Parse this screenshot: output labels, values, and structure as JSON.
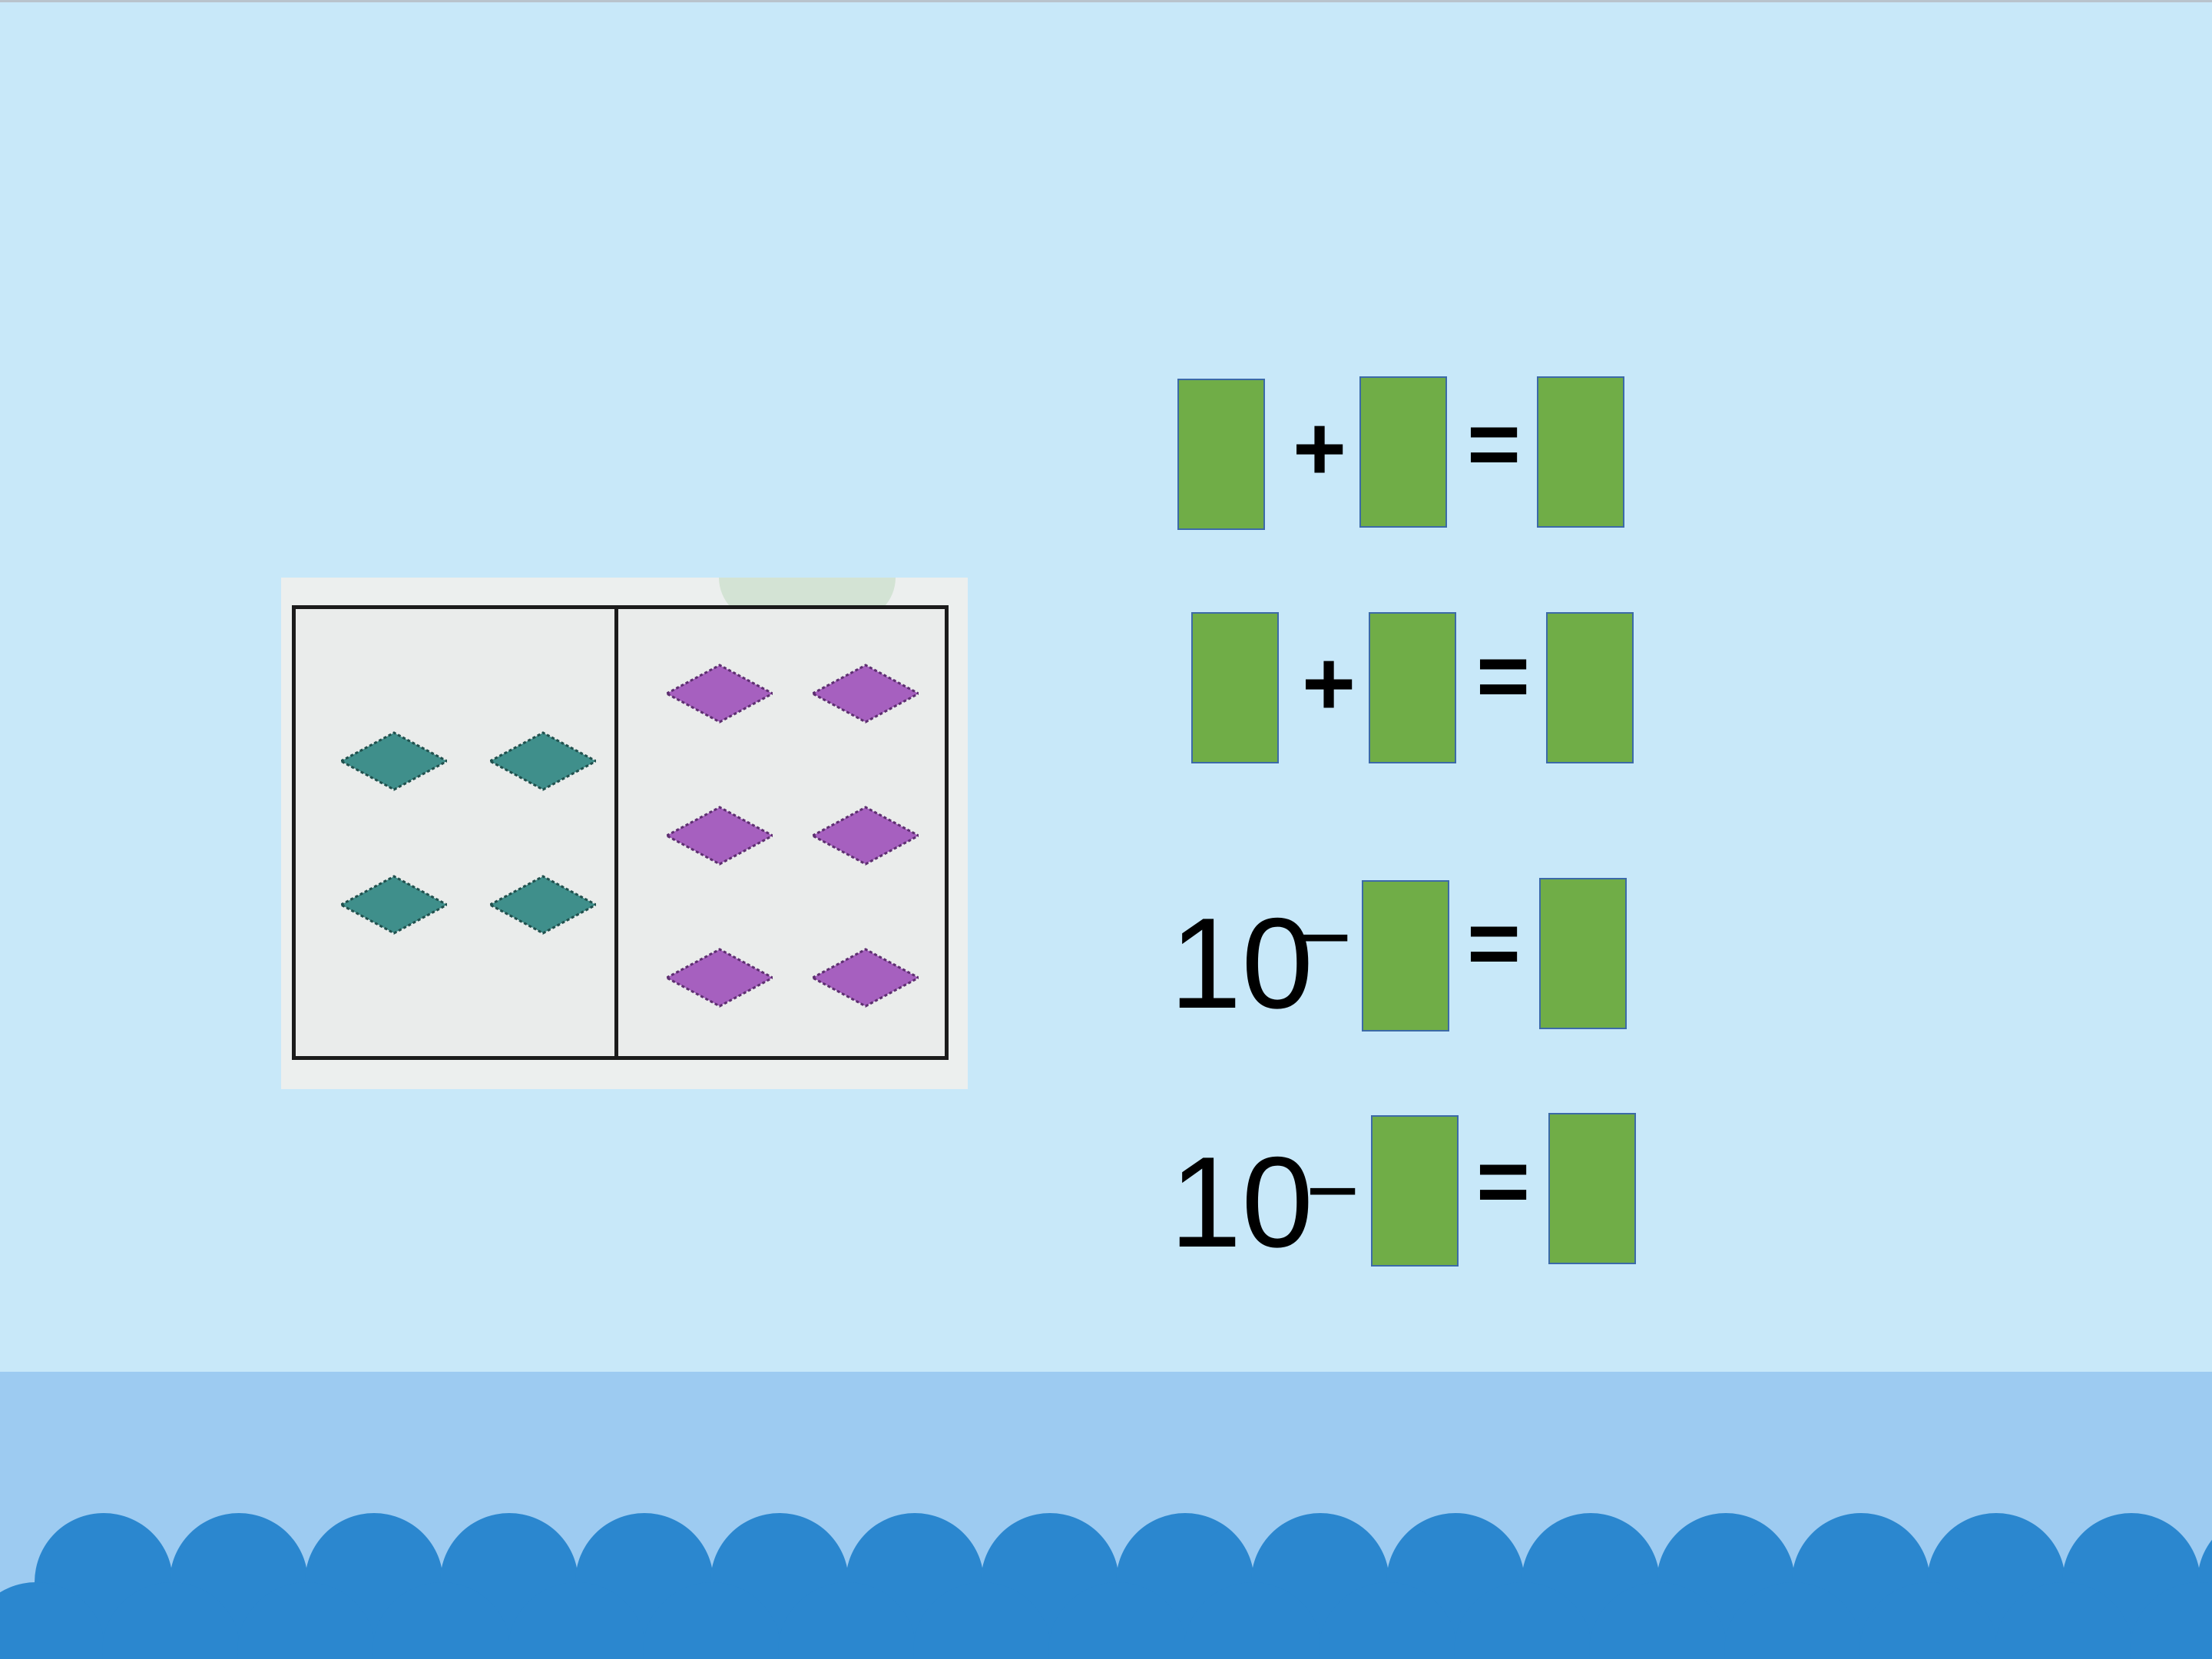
{
  "colors": {
    "background": "#c8e8f9",
    "answer_box": "#70ad47",
    "answer_box_border": "#3c6aa8",
    "teal_diamond": "#3f8f8b",
    "purple_diamond": "#a660bf",
    "wave": "#2b87cf",
    "band": "#9dcbf1"
  },
  "picture": {
    "left_panel": {
      "shape": "diamond",
      "color": "teal",
      "count": 4
    },
    "right_panel": {
      "shape": "diamond",
      "color": "purple",
      "count": 6
    }
  },
  "equations": [
    {
      "plus": "+",
      "equals": "="
    },
    {
      "plus": "+",
      "equals": "="
    },
    {
      "first": "10",
      "minus": "−",
      "equals": "="
    },
    {
      "first": "10",
      "minus": "−",
      "equals": "="
    }
  ]
}
